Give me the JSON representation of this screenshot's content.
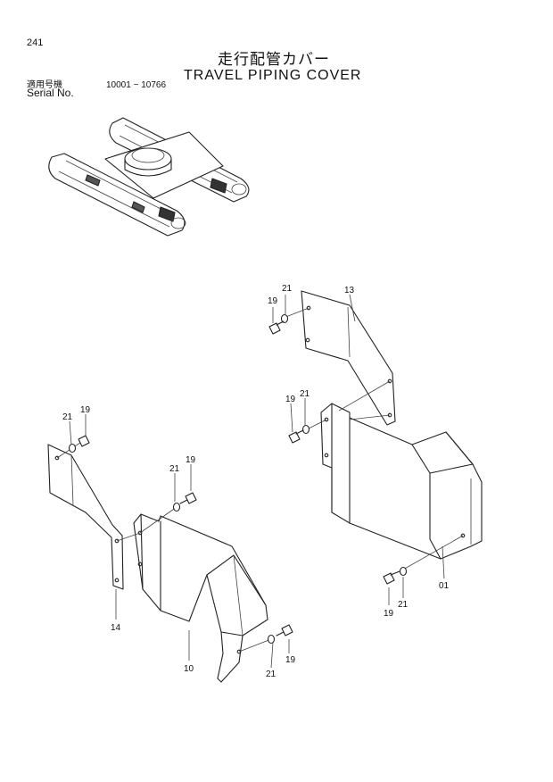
{
  "header": {
    "page_number": "241",
    "title_jp": "走行配管カバー",
    "title_en": "TRAVEL PIPING COVER",
    "serial_label_jp": "適用号機",
    "serial_label_en": "Serial No.",
    "serial_range": "10001 ~ 10766"
  },
  "callouts": {
    "c13": "13",
    "c19a": "19",
    "c21a": "21",
    "c19b": "19",
    "c21b": "21",
    "c01": "01",
    "c19c": "19",
    "c21c": "21",
    "c21d": "21",
    "c19d": "19",
    "c14": "14",
    "c21e": "21",
    "c19e": "19",
    "c10": "10",
    "c19f": "19",
    "c21f": "21"
  }
}
